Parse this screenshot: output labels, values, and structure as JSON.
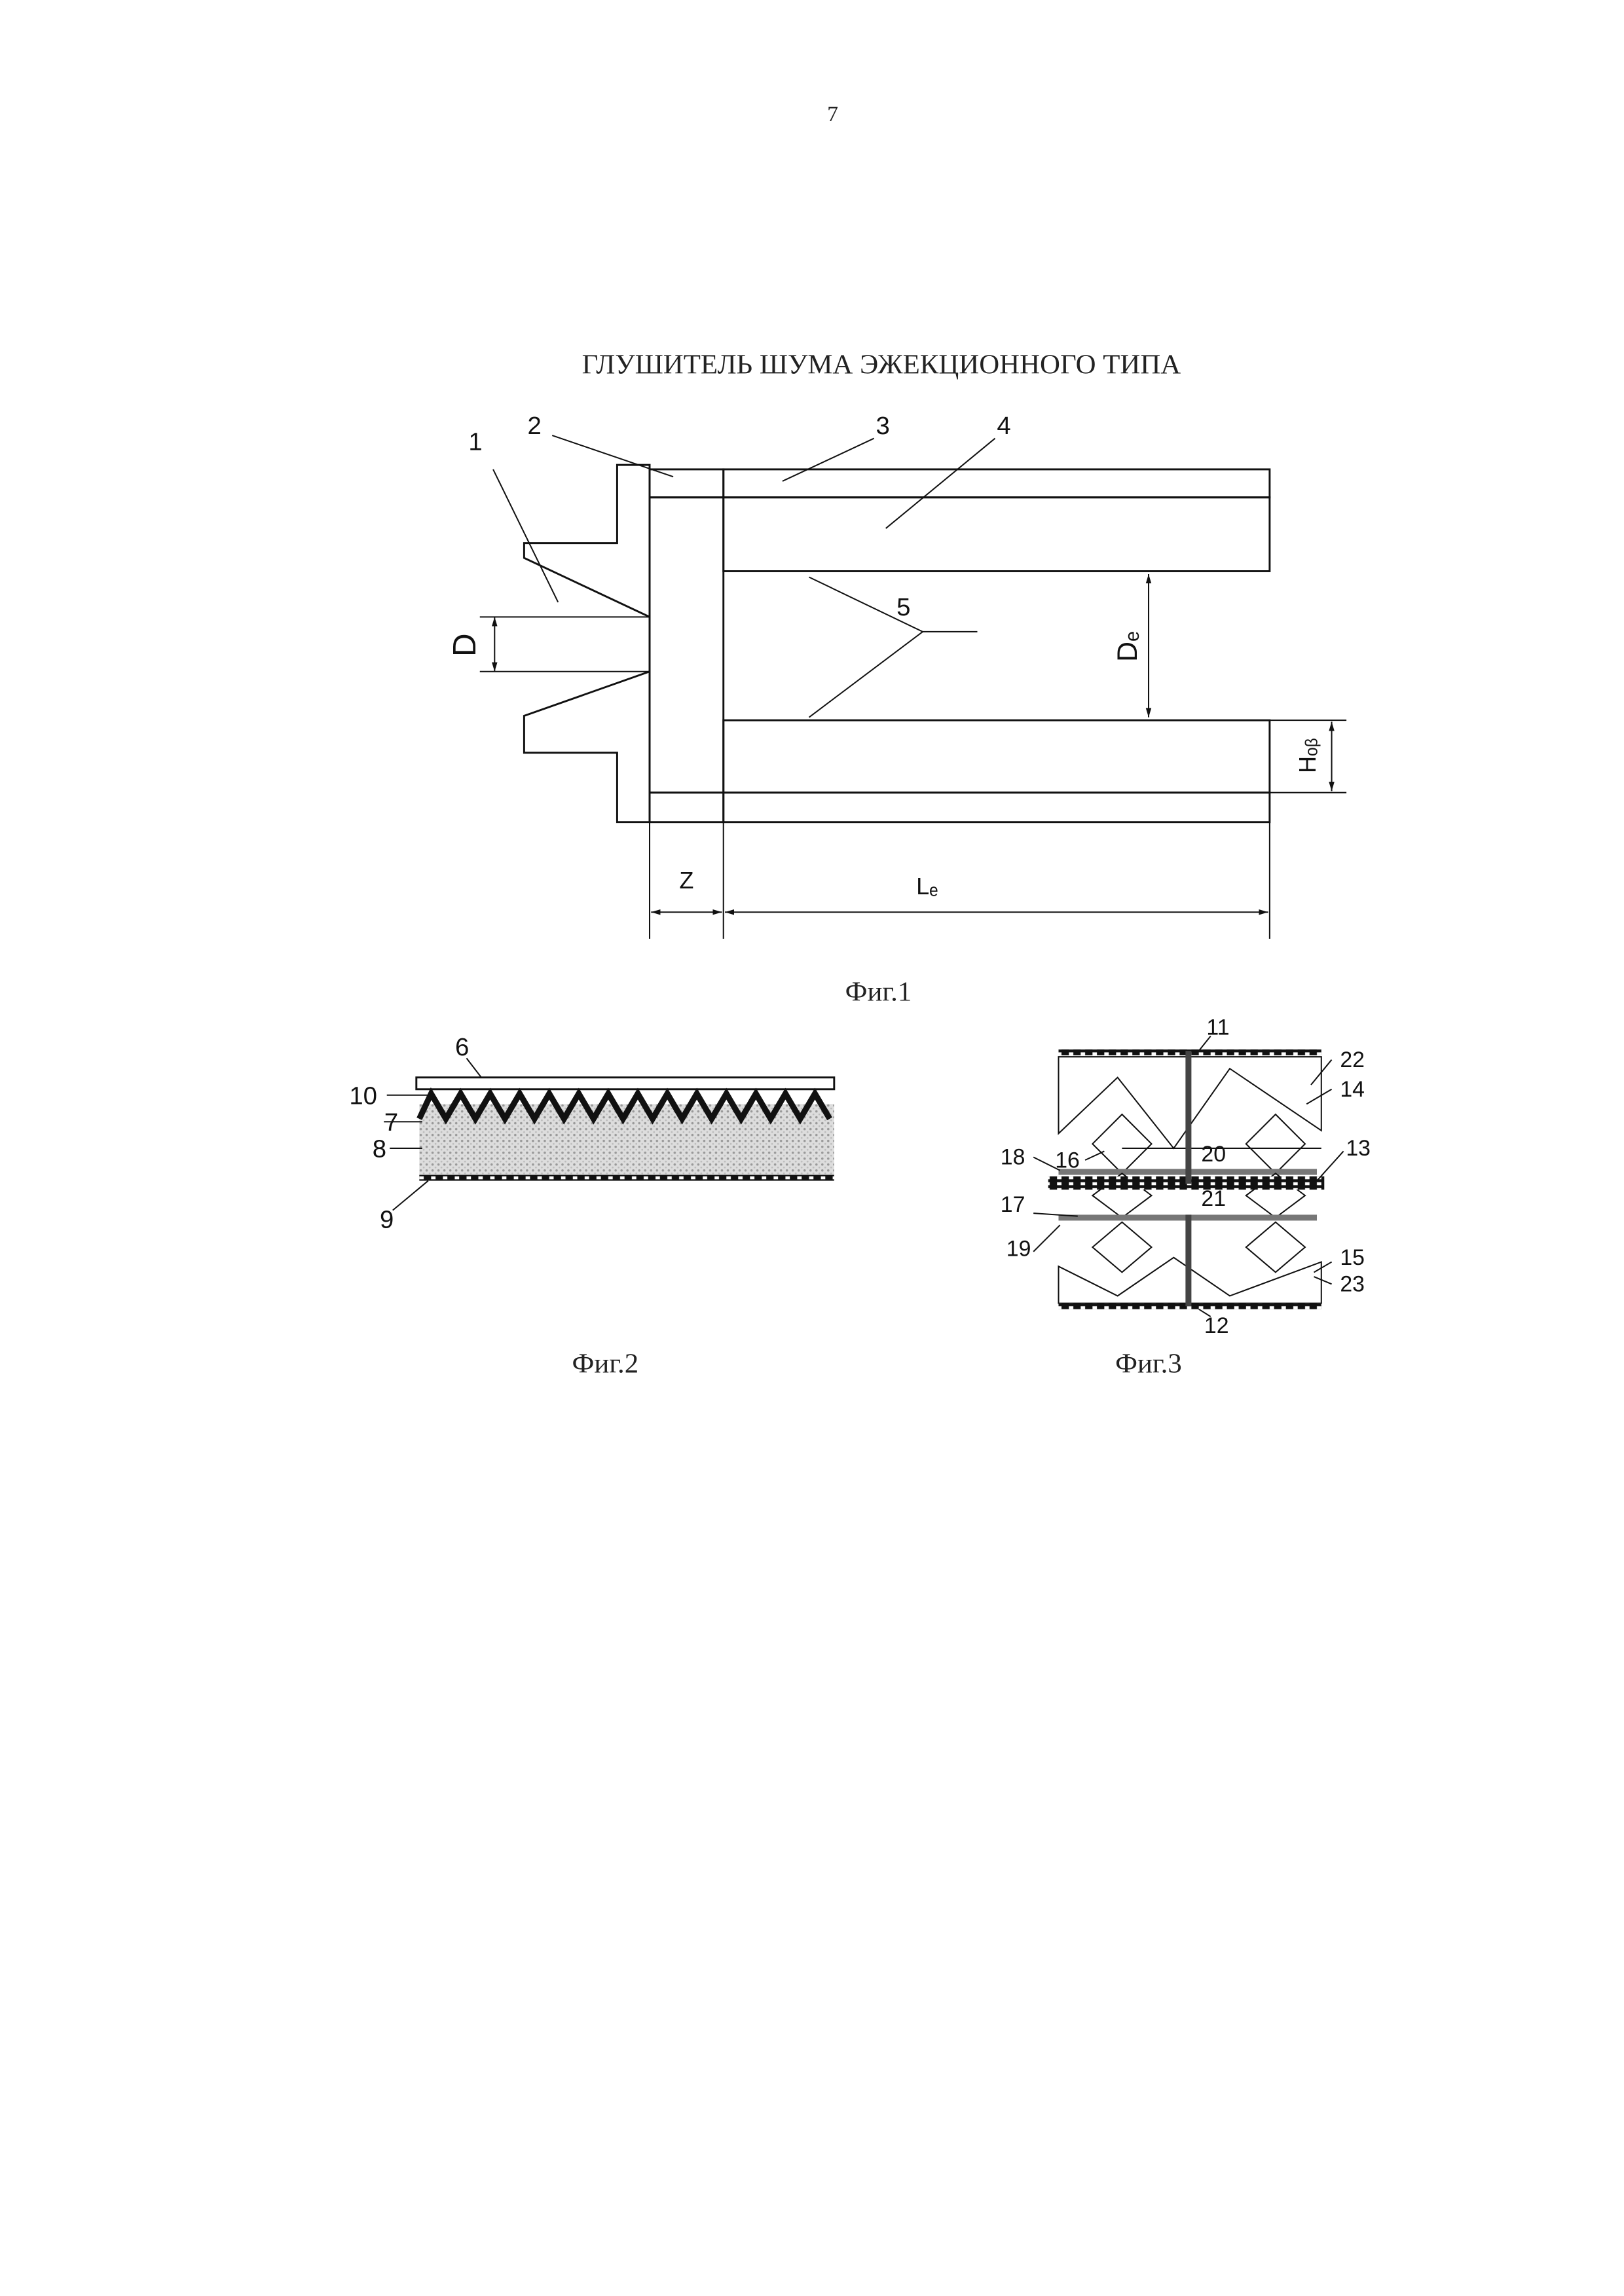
{
  "page_number": "7",
  "title": "ГЛУШИТЕЛЬ  ШУМА ЭЖЕКЦИОННОГО ТИПА",
  "fig1": {
    "caption": "Фиг.1",
    "labels": {
      "l1": "1",
      "l2": "2",
      "l3": "3",
      "l4": "4",
      "l5": "5"
    },
    "dims": {
      "D": "D",
      "De": "Dₑ",
      "Hob": "Hₒᵦ",
      "Z": "Z",
      "Le": "Lₑ"
    }
  },
  "fig2": {
    "caption": "Фиг.2",
    "labels": {
      "l6": "6",
      "l7": "7",
      "l8": "8",
      "l9": "9",
      "l10": "10"
    }
  },
  "fig3": {
    "caption": "Фиг.3",
    "labels": {
      "l11": "11",
      "l12": "12",
      "l13": "13",
      "l14": "14",
      "l15": "15",
      "l16": "16",
      "l17": "17",
      "l18": "18",
      "l19": "19",
      "l20": "20",
      "l21": "21",
      "l22": "22",
      "l23": "23"
    }
  }
}
